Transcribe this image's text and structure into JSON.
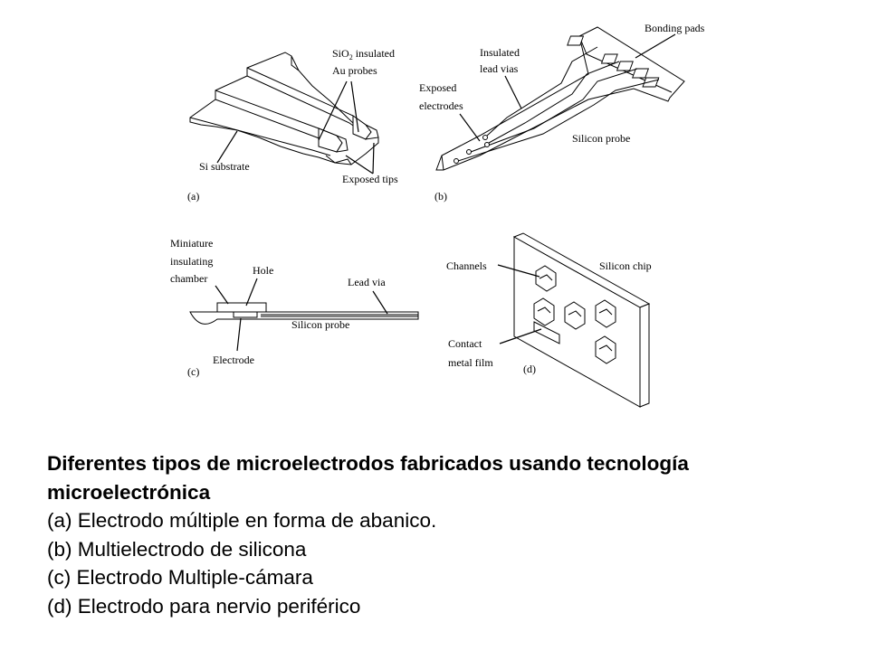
{
  "panel_a": {
    "label_sio2_prefix": "SiO",
    "label_sio2_sub": "2",
    "label_sio2_suffix": " insulated",
    "label_au_probes": "Au probes",
    "label_si_substrate": "Si substrate",
    "label_exposed_tips": "Exposed tips",
    "panel_tag": "(a)"
  },
  "panel_b": {
    "label_bonding_pads": "Bonding pads",
    "label_insulated": "Insulated",
    "label_lead_vias": "lead vias",
    "label_exposed": "Exposed",
    "label_electrodes": "electrodes",
    "label_silicon_probe": "Silicon probe",
    "panel_tag": "(b)"
  },
  "panel_c": {
    "label_miniature": "Miniature",
    "label_insulating": "insulating",
    "label_chamber": "chamber",
    "label_hole": "Hole",
    "label_lead_via": "Lead via",
    "label_silicon_probe": "Silicon probe",
    "label_electrode": "Electrode",
    "panel_tag": "(c)"
  },
  "panel_d": {
    "label_channels": "Channels",
    "label_silicon_chip": "Silicon chip",
    "label_contact": "Contact",
    "label_metal_film": "metal film",
    "panel_tag": "(d)"
  },
  "caption": {
    "title_line1": "Diferentes tipos de microelectrodos fabricados usando tecnología",
    "title_line2": "microelectrónica",
    "item_a": "(a) Electrodo múltiple en forma de abanico.",
    "item_b": "(b) Multielectrodo de silicona",
    "item_c": "(c) Electrodo Multiple-cámara",
    "item_d": "(d) Electrodo para nervio periférico"
  }
}
